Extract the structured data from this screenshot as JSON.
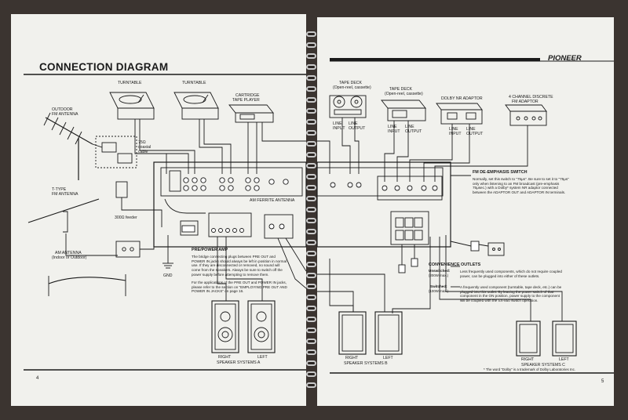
{
  "left": {
    "title": "CONNECTION DIAGRAM",
    "labels": {
      "turntable_1": "TURNTABLE",
      "turntable_2": "TURNTABLE",
      "cartridge_1": "CARTRIDGE",
      "cartridge_2": "TAPE PLAYER",
      "outdoor_1": "OUTDOOR",
      "outdoor_2": "FM ANTENNA",
      "coax_1": "75Ω",
      "coax_2": "coaxial",
      "coax_3": "cable",
      "ttype_1": "T-TYPE",
      "ttype_2": "FM ANTENNA",
      "feeder": "300Ω feeder",
      "am_1": "AM ANTENNA",
      "am_2": "(Indoor or Outdoor)",
      "gnd": "GND",
      "ferrite": "AM FERRITE ANTENNA"
    },
    "section_title": "PRE/POWER AMP",
    "section_body": "The bridge connecting plugs between PRE OUT and POWER IN jacks should always be left in position in normal use. If they are disconnected or removed, no sound will come from the speakers. Always be sure to switch off the power supply before attempting to remove them.",
    "section_body2": "For the applications of the PRE OUT and POWER IN jacks, please refer to the section on \"EMPLOYING PRE OUT AND POWER IN JACKS\" on page 16.",
    "speakers": {
      "right": "RIGHT",
      "left": "LEFT",
      "caption": "SPEAKER SYSTEMS A"
    },
    "page_number": "4"
  },
  "right": {
    "brand": "PIONEER",
    "labels": {
      "tapedeck1_1": "TAPE DECK",
      "tapedeck1_2": "(Open-reel, cassette)",
      "tapedeck2_1": "TAPE DECK",
      "tapedeck2_2": "(Open-reel, cassette)",
      "dolby": "DOLBY NR ADAPTOR",
      "fourch_1": "4 CHANNEL DISCRETE",
      "fourch_2": "FM ADAPTOR",
      "line_input": "LINE",
      "line_input2": "INPUT",
      "line_output": "LINE",
      "line_output2": "OUTPUT"
    },
    "fm_title": "FM DE-EMPHASIS SWITCH",
    "fm_body": "Normally, set this switch to \"75μs\". Be sure to set it to \"75μs\" only when listening to an FM broadcast (pre-emphasis 75μsec.) with a Dolby* system NR adaptor connected between the ADAPTOR OUT and ADAPTOR IN terminals.",
    "conv_title": "CONVENIENCE OUTLETS",
    "unswitched_1": "Unswitched:",
    "unswitched_2": "(200W max.)",
    "unswitched_body": "Less frequently used components, which do not require coupled power, can be plugged into either of these outlets.",
    "switched_1": "Switched:",
    "switched_2": "(100W max.)",
    "switched_body": "A frequently used component (turntable, tape deck, etc.) can be plugged into this outlet. By leaving the power switch of that component in the ON position, power supply to the component will be coupled with the SX-850 switch operation.",
    "speakers_b": {
      "right": "RIGHT",
      "left": "LEFT",
      "caption": "SPEAKER SYSTEMS B"
    },
    "speakers_c": {
      "right": "RIGHT",
      "left": "LEFT",
      "caption": "SPEAKER SYSTEMS C"
    },
    "footnote": "* The word \"Dolby\" is a trademark of Dolby Laboratories Inc.",
    "page_number": "5"
  },
  "colors": {
    "paper": "#f1f1ed",
    "ink": "#1a1a1a",
    "background": "#3b3430"
  }
}
